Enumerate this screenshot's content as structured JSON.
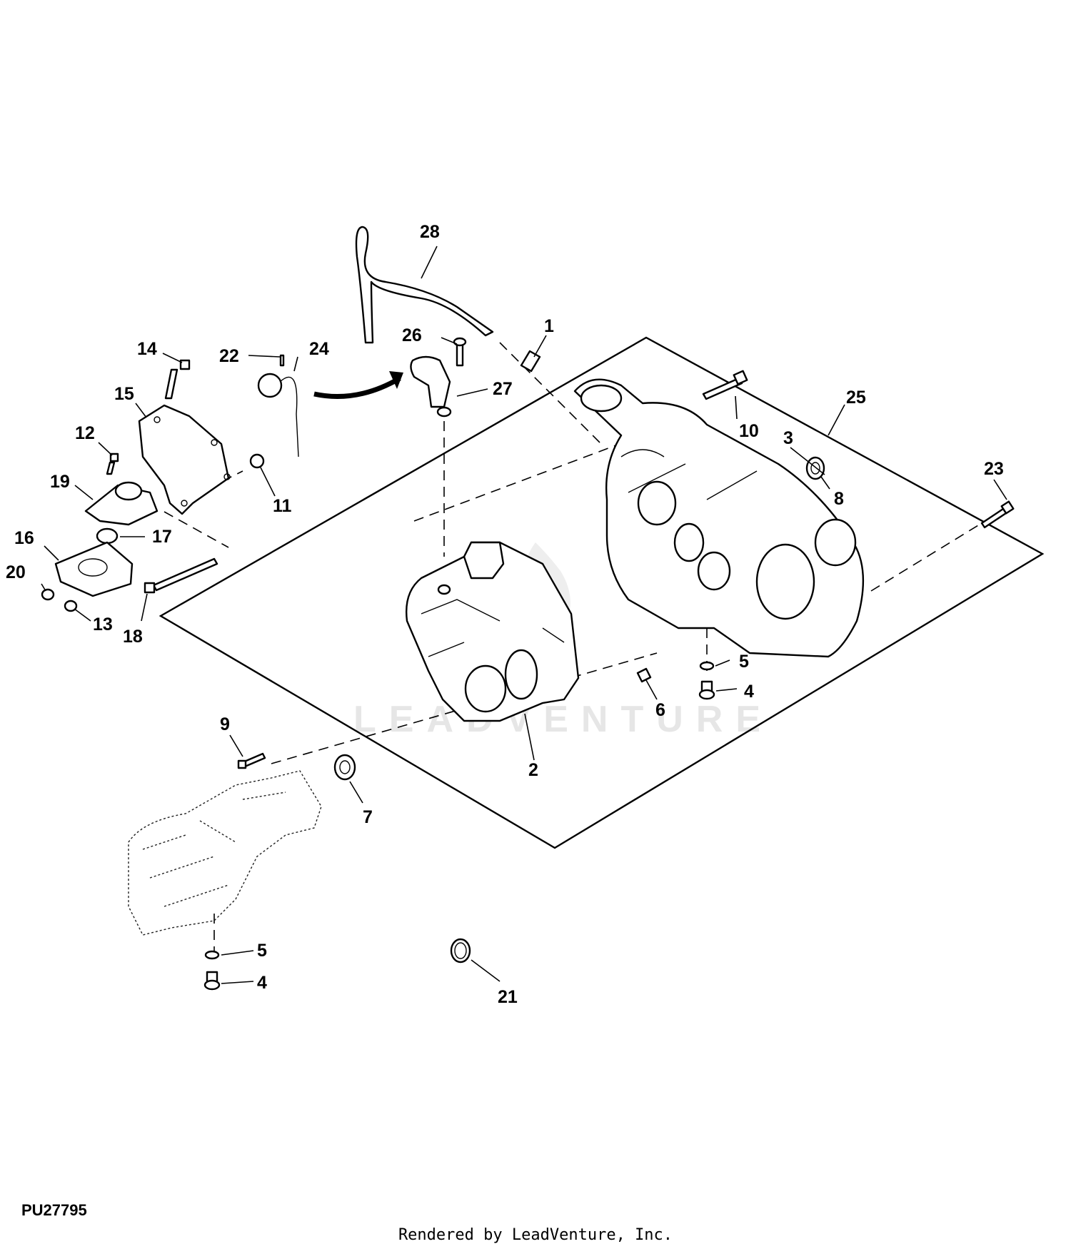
{
  "figure_id": "PU27795",
  "credit": "Rendered by LeadVenture, Inc.",
  "watermark": "LEADVENTURE",
  "callouts": {
    "c1": "1",
    "c2": "2",
    "c3": "3",
    "c4a": "4",
    "c4b": "4",
    "c5a": "5",
    "c5b": "5",
    "c6": "6",
    "c7": "7",
    "c8": "8",
    "c9": "9",
    "c10": "10",
    "c11": "11",
    "c12": "12",
    "c13": "13",
    "c14": "14",
    "c15": "15",
    "c16": "16",
    "c17": "17",
    "c18": "18",
    "c19": "19",
    "c20": "20",
    "c21": "21",
    "c22": "22",
    "c23": "23",
    "c24": "24",
    "c25": "25",
    "c26": "26",
    "c27": "27",
    "c28": "28"
  }
}
